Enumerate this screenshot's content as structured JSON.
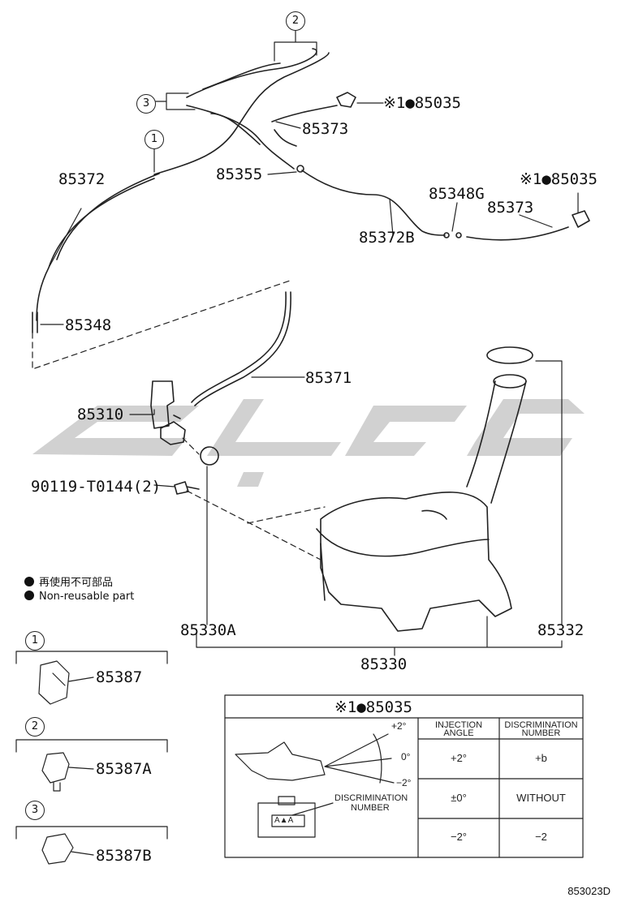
{
  "labels": {
    "p85035_a": "※1●85035",
    "p85373_a": "85373",
    "p85372": "85372",
    "p85355": "85355",
    "p85348g": "85348G",
    "p85035_b": "※1●85035",
    "p85373_b": "85373",
    "p85372b": "85372B",
    "p85348": "85348",
    "p85371": "85371",
    "p85310": "85310",
    "p90119": "90119-T0144(2)",
    "p85330a": "85330A",
    "p85332": "85332",
    "p85330": "85330"
  },
  "callouts": {
    "c1": "1",
    "c2": "2",
    "c3": "3"
  },
  "legend": {
    "line1": "再使用不可部品",
    "line2": "Non-reusable part"
  },
  "clips": [
    {
      "num": "1",
      "part": "85387"
    },
    {
      "num": "2",
      "part": "85387A"
    },
    {
      "num": "3",
      "part": "85387B"
    }
  ],
  "detail": {
    "title": "※1●85035",
    "angle_top": "+2°",
    "angle_mid": "0°",
    "angle_bot": "−2°",
    "disc_label_1": "DISCRIMINATION",
    "disc_label_2": "NUMBER",
    "stamp_text": "A▲A",
    "table": {
      "headers": [
        [
          "INJECTION",
          "ANGLE"
        ],
        [
          "DISCRIMINATION",
          "NUMBER"
        ]
      ],
      "rows": [
        [
          "+2°",
          "+b"
        ],
        [
          "±0°",
          "WITHOUT"
        ],
        [
          "−2°",
          "−2"
        ]
      ]
    }
  },
  "diagram_code": "853023D"
}
